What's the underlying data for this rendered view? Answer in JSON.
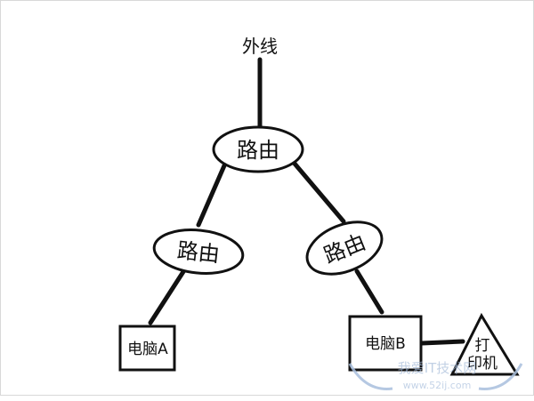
{
  "diagram": {
    "nodes": {
      "external_line": {
        "label": "外线"
      },
      "router_top": {
        "label": "路由"
      },
      "router_left": {
        "label": "路由"
      },
      "router_right": {
        "label": "路由"
      },
      "computer_a": {
        "label": "电脑A"
      },
      "computer_b": {
        "label": "电脑B"
      },
      "printer": {
        "label_line1": "打",
        "label_line2": "印机"
      }
    }
  },
  "watermark": {
    "text": "我爱IT技术网",
    "url": "www.52ij.com",
    "color": "#9fb6d6"
  },
  "colors": {
    "line": "#111111",
    "background": "#ffffff"
  }
}
